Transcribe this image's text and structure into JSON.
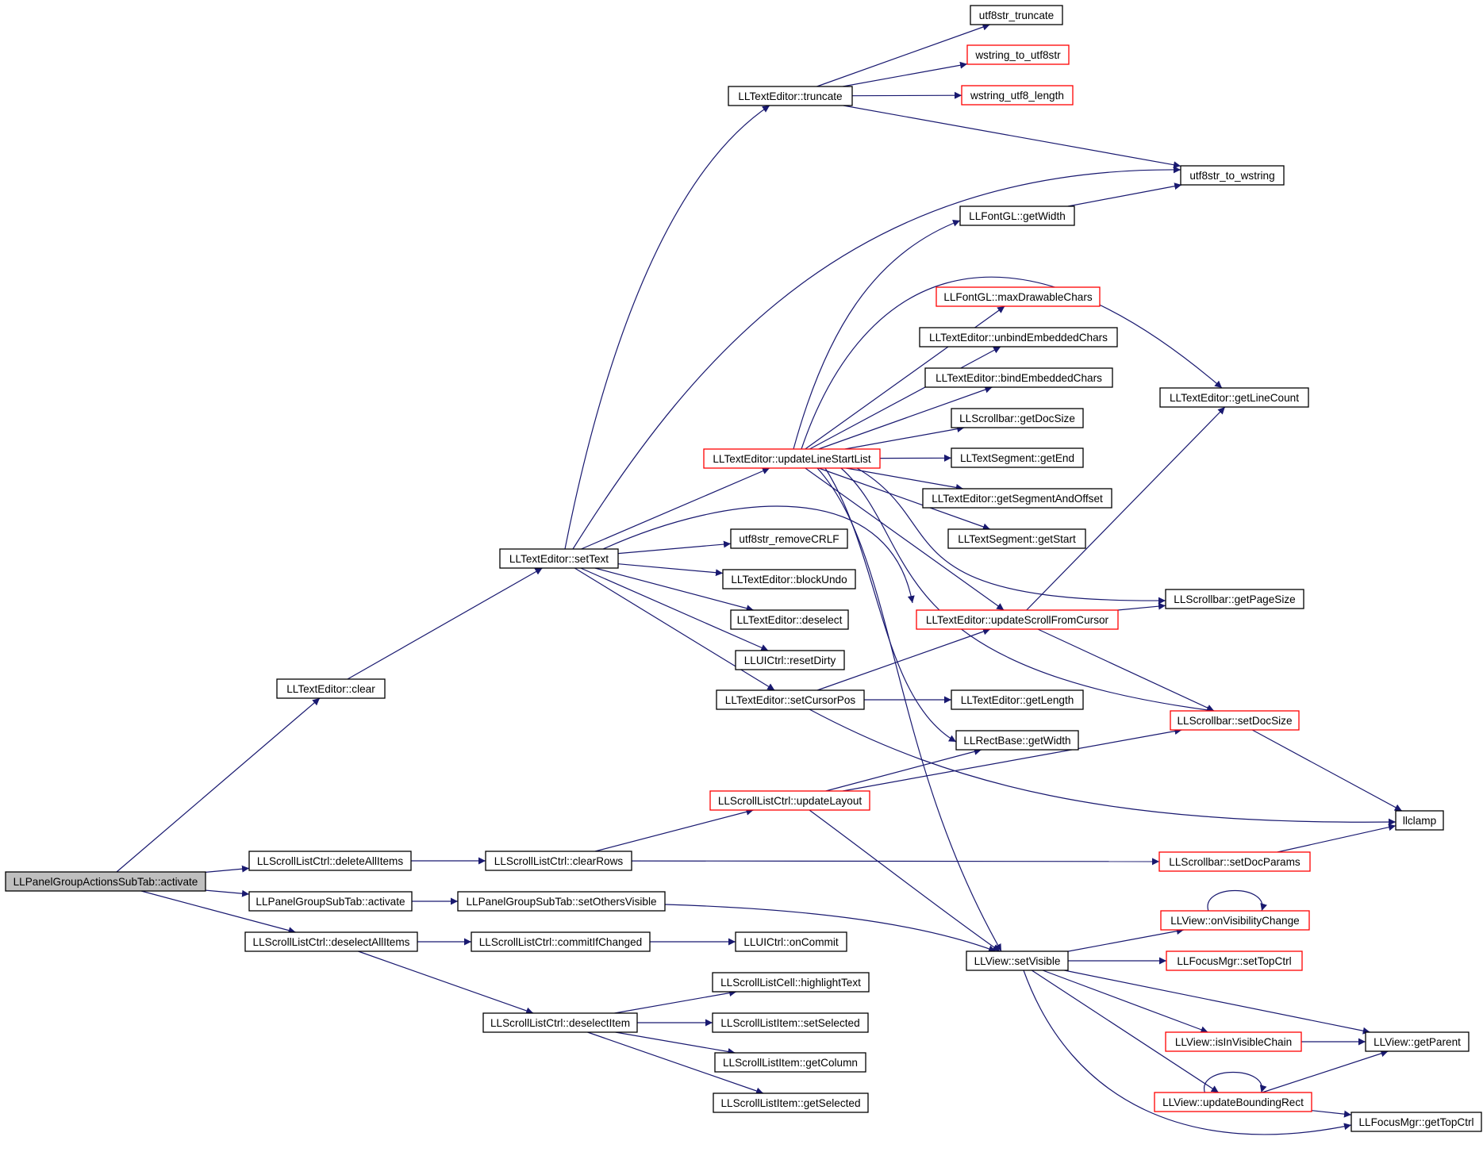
{
  "colors": {
    "edge": "#191970",
    "node_border": "#000000",
    "node_border_incomplete": "#ff0000",
    "node_fill": "#ffffff",
    "root_fill": "#bfbfbf"
  },
  "nodes": [
    {
      "id": "root",
      "label": "LLPanelGroupActionsSubTab::activate",
      "style": "root"
    },
    {
      "id": "clear",
      "label": "LLTextEditor::clear",
      "style": "normal"
    },
    {
      "id": "deleteAllItems",
      "label": "LLScrollListCtrl::deleteAllItems",
      "style": "normal"
    },
    {
      "id": "subtabActivate",
      "label": "LLPanelGroupSubTab::activate",
      "style": "normal"
    },
    {
      "id": "deselectAllItems",
      "label": "LLScrollListCtrl::deselectAllItems",
      "style": "normal"
    },
    {
      "id": "setText",
      "label": "LLTextEditor::setText",
      "style": "normal"
    },
    {
      "id": "clearRows",
      "label": "LLScrollListCtrl::clearRows",
      "style": "normal"
    },
    {
      "id": "setOthersVisible",
      "label": "LLPanelGroupSubTab::setOthersVisible",
      "style": "normal"
    },
    {
      "id": "commitIfChanged",
      "label": "LLScrollListCtrl::commitIfChanged",
      "style": "normal"
    },
    {
      "id": "deselectItem",
      "label": "LLScrollListCtrl::deselectItem",
      "style": "normal"
    },
    {
      "id": "truncate",
      "label": "LLTextEditor::truncate",
      "style": "normal"
    },
    {
      "id": "updateLineStartList",
      "label": "LLTextEditor::updateLineStartList",
      "style": "incomplete"
    },
    {
      "id": "removeCRLF",
      "label": "utf8str_removeCRLF",
      "style": "normal"
    },
    {
      "id": "blockUndo",
      "label": "LLTextEditor::blockUndo",
      "style": "normal"
    },
    {
      "id": "deselect",
      "label": "LLTextEditor::deselect",
      "style": "normal"
    },
    {
      "id": "resetDirty",
      "label": "LLUICtrl::resetDirty",
      "style": "normal"
    },
    {
      "id": "setCursorPos",
      "label": "LLTextEditor::setCursorPos",
      "style": "normal"
    },
    {
      "id": "updateLayout",
      "label": "LLScrollListCtrl::updateLayout",
      "style": "incomplete"
    },
    {
      "id": "onCommit",
      "label": "LLUICtrl::onCommit",
      "style": "normal"
    },
    {
      "id": "highlightText",
      "label": "LLScrollListCell::highlightText",
      "style": "normal"
    },
    {
      "id": "itemSetSelected",
      "label": "LLScrollListItem::setSelected",
      "style": "normal"
    },
    {
      "id": "getColumn",
      "label": "LLScrollListItem::getColumn",
      "style": "normal"
    },
    {
      "id": "getSelected",
      "label": "LLScrollListItem::getSelected",
      "style": "normal"
    },
    {
      "id": "utf8str_truncate",
      "label": "utf8str_truncate",
      "style": "normal"
    },
    {
      "id": "wstring_to_utf8str",
      "label": "wstring_to_utf8str",
      "style": "incomplete"
    },
    {
      "id": "wstring_utf8_length",
      "label": "wstring_utf8_length",
      "style": "incomplete"
    },
    {
      "id": "fontGetWidth",
      "label": "LLFontGL::getWidth",
      "style": "normal"
    },
    {
      "id": "maxDrawableChars",
      "label": "LLFontGL::maxDrawableChars",
      "style": "incomplete"
    },
    {
      "id": "unbindEmbeddedChars",
      "label": "LLTextEditor::unbindEmbeddedChars",
      "style": "normal"
    },
    {
      "id": "bindEmbeddedChars",
      "label": "LLTextEditor::bindEmbeddedChars",
      "style": "normal"
    },
    {
      "id": "sbGetDocSize",
      "label": "LLScrollbar::getDocSize",
      "style": "normal"
    },
    {
      "id": "segGetEnd",
      "label": "LLTextSegment::getEnd",
      "style": "normal"
    },
    {
      "id": "getSegmentAndOffset",
      "label": "LLTextEditor::getSegmentAndOffset",
      "style": "normal"
    },
    {
      "id": "segGetStart",
      "label": "LLTextSegment::getStart",
      "style": "normal"
    },
    {
      "id": "updateScrollFromCursor",
      "label": "LLTextEditor::updateScrollFromCursor",
      "style": "incomplete"
    },
    {
      "id": "teGetLength",
      "label": "LLTextEditor::getLength",
      "style": "normal"
    },
    {
      "id": "rectGetWidth",
      "label": "LLRectBase::getWidth",
      "style": "normal"
    },
    {
      "id": "setVisible",
      "label": "LLView::setVisible",
      "style": "normal"
    },
    {
      "id": "onVisibilityChange",
      "label": "LLView::onVisibilityChange",
      "style": "incomplete"
    },
    {
      "id": "setTopCtrl",
      "label": "LLFocusMgr::setTopCtrl",
      "style": "incomplete"
    },
    {
      "id": "isInVisibleChain",
      "label": "LLView::isInVisibleChain",
      "style": "incomplete"
    },
    {
      "id": "updateBoundingRect",
      "label": "LLView::updateBoundingRect",
      "style": "incomplete"
    },
    {
      "id": "utf8str_to_wstring",
      "label": "utf8str_to_wstring",
      "style": "normal"
    },
    {
      "id": "getLineCount",
      "label": "LLTextEditor::getLineCount",
      "style": "normal"
    },
    {
      "id": "getPageSize",
      "label": "LLScrollbar::getPageSize",
      "style": "normal"
    },
    {
      "id": "sbSetDocSize",
      "label": "LLScrollbar::setDocSize",
      "style": "incomplete"
    },
    {
      "id": "setDocParams",
      "label": "LLScrollbar::setDocParams",
      "style": "incomplete"
    },
    {
      "id": "llclamp",
      "label": "llclamp",
      "style": "normal"
    },
    {
      "id": "getParent",
      "label": "LLView::getParent",
      "style": "normal"
    },
    {
      "id": "getTopCtrl",
      "label": "LLFocusMgr::getTopCtrl",
      "style": "normal"
    }
  ],
  "edges": [
    [
      "root",
      "clear"
    ],
    [
      "root",
      "deleteAllItems"
    ],
    [
      "root",
      "subtabActivate"
    ],
    [
      "root",
      "deselectAllItems"
    ],
    [
      "clear",
      "setText"
    ],
    [
      "deleteAllItems",
      "clearRows"
    ],
    [
      "subtabActivate",
      "setOthersVisible"
    ],
    [
      "deselectAllItems",
      "commitIfChanged"
    ],
    [
      "deselectAllItems",
      "deselectItem"
    ],
    [
      "setText",
      "truncate"
    ],
    [
      "setText",
      "utf8str_to_wstring"
    ],
    [
      "setText",
      "updateLineStartList"
    ],
    [
      "setText",
      "removeCRLF"
    ],
    [
      "setText",
      "blockUndo"
    ],
    [
      "setText",
      "deselect"
    ],
    [
      "setText",
      "resetDirty"
    ],
    [
      "setText",
      "setCursorPos"
    ],
    [
      "setText",
      "sbSetDocSize"
    ],
    [
      "clearRows",
      "updateLayout"
    ],
    [
      "clearRows",
      "setDocParams"
    ],
    [
      "setOthersVisible",
      "setVisible"
    ],
    [
      "commitIfChanged",
      "onCommit"
    ],
    [
      "deselectItem",
      "highlightText"
    ],
    [
      "deselectItem",
      "itemSetSelected"
    ],
    [
      "deselectItem",
      "getColumn"
    ],
    [
      "deselectItem",
      "getSelected"
    ],
    [
      "truncate",
      "utf8str_truncate"
    ],
    [
      "truncate",
      "wstring_to_utf8str"
    ],
    [
      "truncate",
      "wstring_utf8_length"
    ],
    [
      "truncate",
      "utf8str_to_wstring"
    ],
    [
      "updateLineStartList",
      "fontGetWidth"
    ],
    [
      "updateLineStartList",
      "getLineCount"
    ],
    [
      "updateLineStartList",
      "maxDrawableChars"
    ],
    [
      "updateLineStartList",
      "unbindEmbeddedChars"
    ],
    [
      "updateLineStartList",
      "bindEmbeddedChars"
    ],
    [
      "updateLineStartList",
      "sbGetDocSize"
    ],
    [
      "updateLineStartList",
      "segGetEnd"
    ],
    [
      "updateLineStartList",
      "getSegmentAndOffset"
    ],
    [
      "updateLineStartList",
      "segGetStart"
    ],
    [
      "updateLineStartList",
      "getPageSize"
    ],
    [
      "updateLineStartList",
      "updateScrollFromCursor"
    ],
    [
      "updateLineStartList",
      "sbSetDocSize"
    ],
    [
      "updateLineStartList",
      "rectGetWidth"
    ],
    [
      "updateLineStartList",
      "setVisible"
    ],
    [
      "setCursorPos",
      "updateScrollFromCursor"
    ],
    [
      "setCursorPos",
      "teGetLength"
    ],
    [
      "setCursorPos",
      "llclamp"
    ],
    [
      "updateLayout",
      "rectGetWidth"
    ],
    [
      "updateLayout",
      "sbSetDocSize"
    ],
    [
      "updateLayout",
      "setVisible"
    ],
    [
      "fontGetWidth",
      "utf8str_to_wstring"
    ],
    [
      "updateScrollFromCursor",
      "getLineCount"
    ],
    [
      "updateScrollFromCursor",
      "getPageSize"
    ],
    [
      "updateScrollFromCursor",
      "sbSetDocSize"
    ],
    [
      "sbSetDocSize",
      "llclamp"
    ],
    [
      "setDocParams",
      "llclamp"
    ],
    [
      "setVisible",
      "onVisibilityChange"
    ],
    [
      "setVisible",
      "setTopCtrl"
    ],
    [
      "setVisible",
      "getParent"
    ],
    [
      "setVisible",
      "isInVisibleChain"
    ],
    [
      "setVisible",
      "updateBoundingRect"
    ],
    [
      "setVisible",
      "getTopCtrl"
    ],
    [
      "onVisibilityChange",
      "onVisibilityChange"
    ],
    [
      "isInVisibleChain",
      "getParent"
    ],
    [
      "updateBoundingRect",
      "updateBoundingRect"
    ],
    [
      "updateBoundingRect",
      "getParent"
    ],
    [
      "updateBoundingRect",
      "getTopCtrl"
    ]
  ]
}
